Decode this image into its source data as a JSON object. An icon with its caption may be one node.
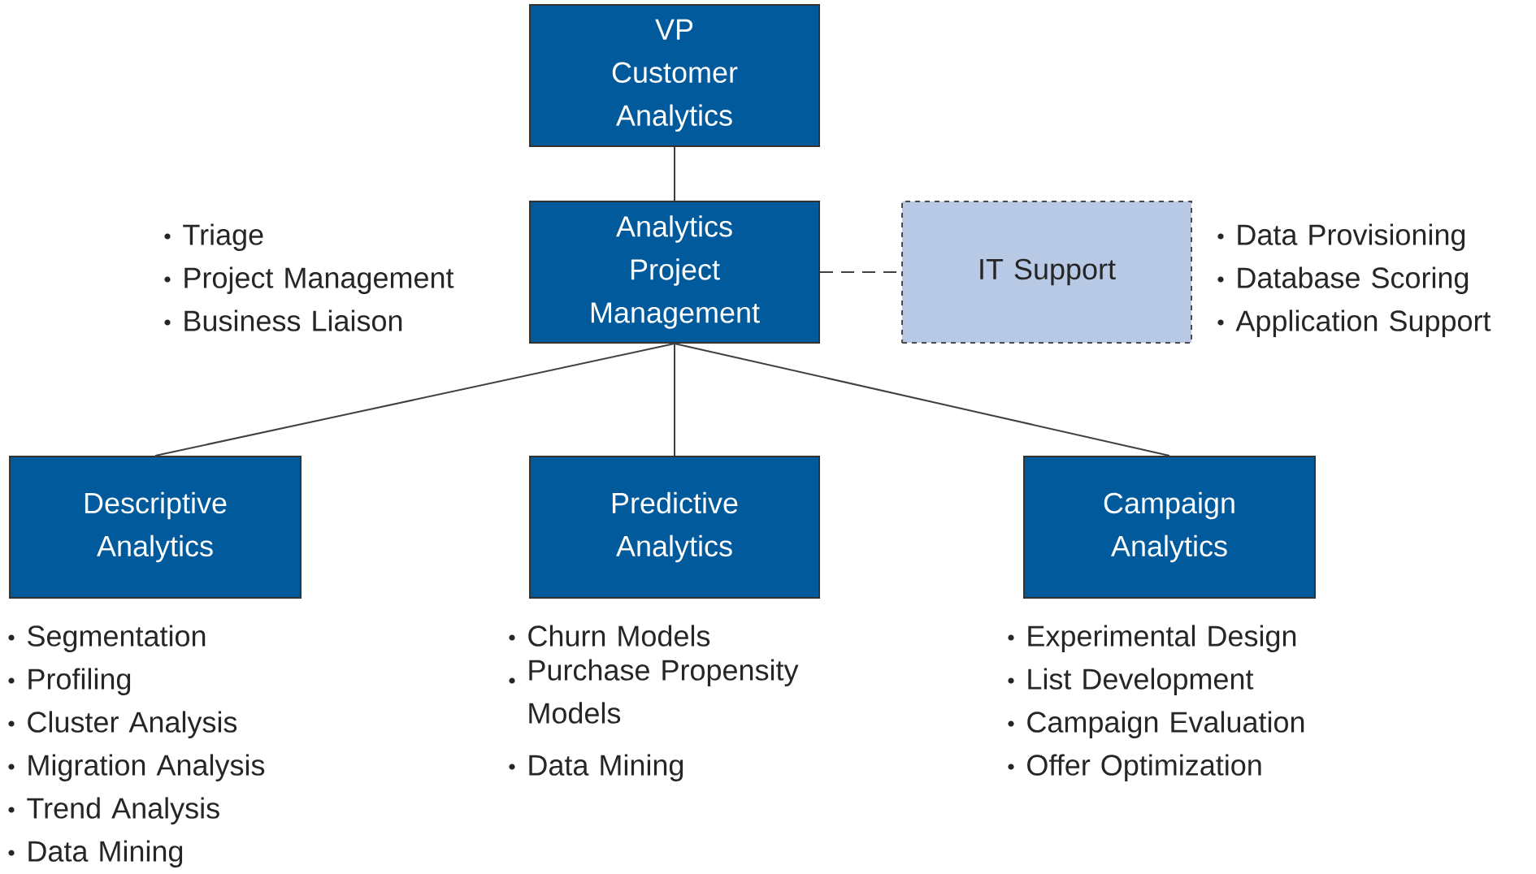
{
  "diagram": {
    "nodes": [
      {
        "text": [
          "VP",
          "Customer Analytics"
        ]
      },
      {
        "text": [
          "Analytics Project Management"
        ],
        "beside": [
          "Triage",
          "Project Management",
          "Business Liaison"
        ]
      },
      {
        "text": [
          "IT Support"
        ],
        "beside": [
          "Data Provisioning",
          "Database Scoring",
          "Application Support"
        ]
      },
      {
        "text": [
          "Descriptive Analytics"
        ],
        "beside": [
          "Segmentation",
          "Profiling",
          "Cluster Analysis",
          "Migration Analysis",
          "Trend Analysis",
          "Data Mining"
        ]
      },
      {
        "text": [
          "Predictive Analytics"
        ],
        "beside": [
          "Churn Models",
          "Purchase Propensity Models",
          "Data Mining"
        ]
      },
      {
        "text": [
          "Campaign Analytics"
        ],
        "beside": [
          "Experimental Design",
          "List Development",
          "Campaign Evaluation",
          "Offer Optimization"
        ]
      }
    ],
    "edges": [
      {
        "from": 0,
        "to": 1,
        "arrow": "none"
      },
      {
        "from": 1,
        "to": 2,
        "arrow": "none",
        "style": "dashed"
      },
      {
        "from": 1,
        "to": 3,
        "arrow": "none"
      },
      {
        "from": 1,
        "to": 4,
        "arrow": "none"
      },
      {
        "from": 1,
        "to": 5,
        "arrow": "none"
      }
    ]
  }
}
